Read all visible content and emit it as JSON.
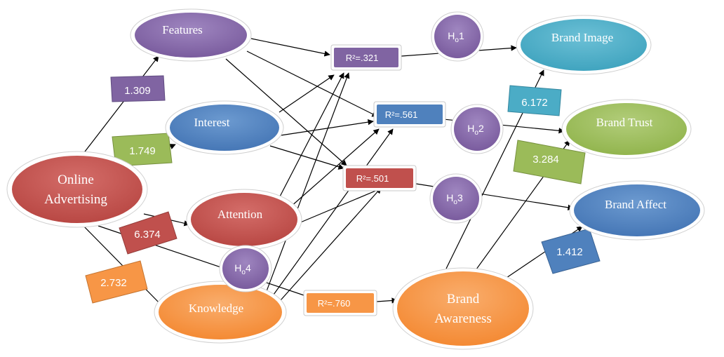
{
  "nodes": {
    "online_advertising": {
      "line1": "Online",
      "line2": "Advertising"
    },
    "features": "Features",
    "interest": "Interest",
    "attention": "Attention",
    "knowledge": "Knowledge",
    "brand_awareness": {
      "line1": "Brand",
      "line2": "Awareness"
    },
    "brand_image": "Brand Image",
    "brand_trust": "Brand Trust",
    "brand_affect": "Brand Affect"
  },
  "r_squared": {
    "r1": "R²=.321",
    "r2": "R²=.561",
    "r3": "R²=.501",
    "r4": "R²=.760"
  },
  "hypotheses": {
    "h1": {
      "base": "H",
      "sub": "o",
      "num": "1"
    },
    "h2": {
      "base": "H",
      "sub": "o",
      "num": "2"
    },
    "h3": {
      "base": "H",
      "sub": "o",
      "num": "3"
    },
    "h4": {
      "base": "H",
      "sub": "o",
      "num": "4"
    }
  },
  "coefficients": {
    "c1": "1.309",
    "c2": "1.749",
    "c3": "6.374",
    "c4": "2.732",
    "c5": "6.172",
    "c6": "3.284",
    "c7": "1.412"
  },
  "colors": {
    "purple": "#8064a2",
    "blue": "#4f81bd",
    "red": "#c0504d",
    "orange": "#f79646",
    "teal": "#4bacc6",
    "green": "#9bbb59"
  }
}
